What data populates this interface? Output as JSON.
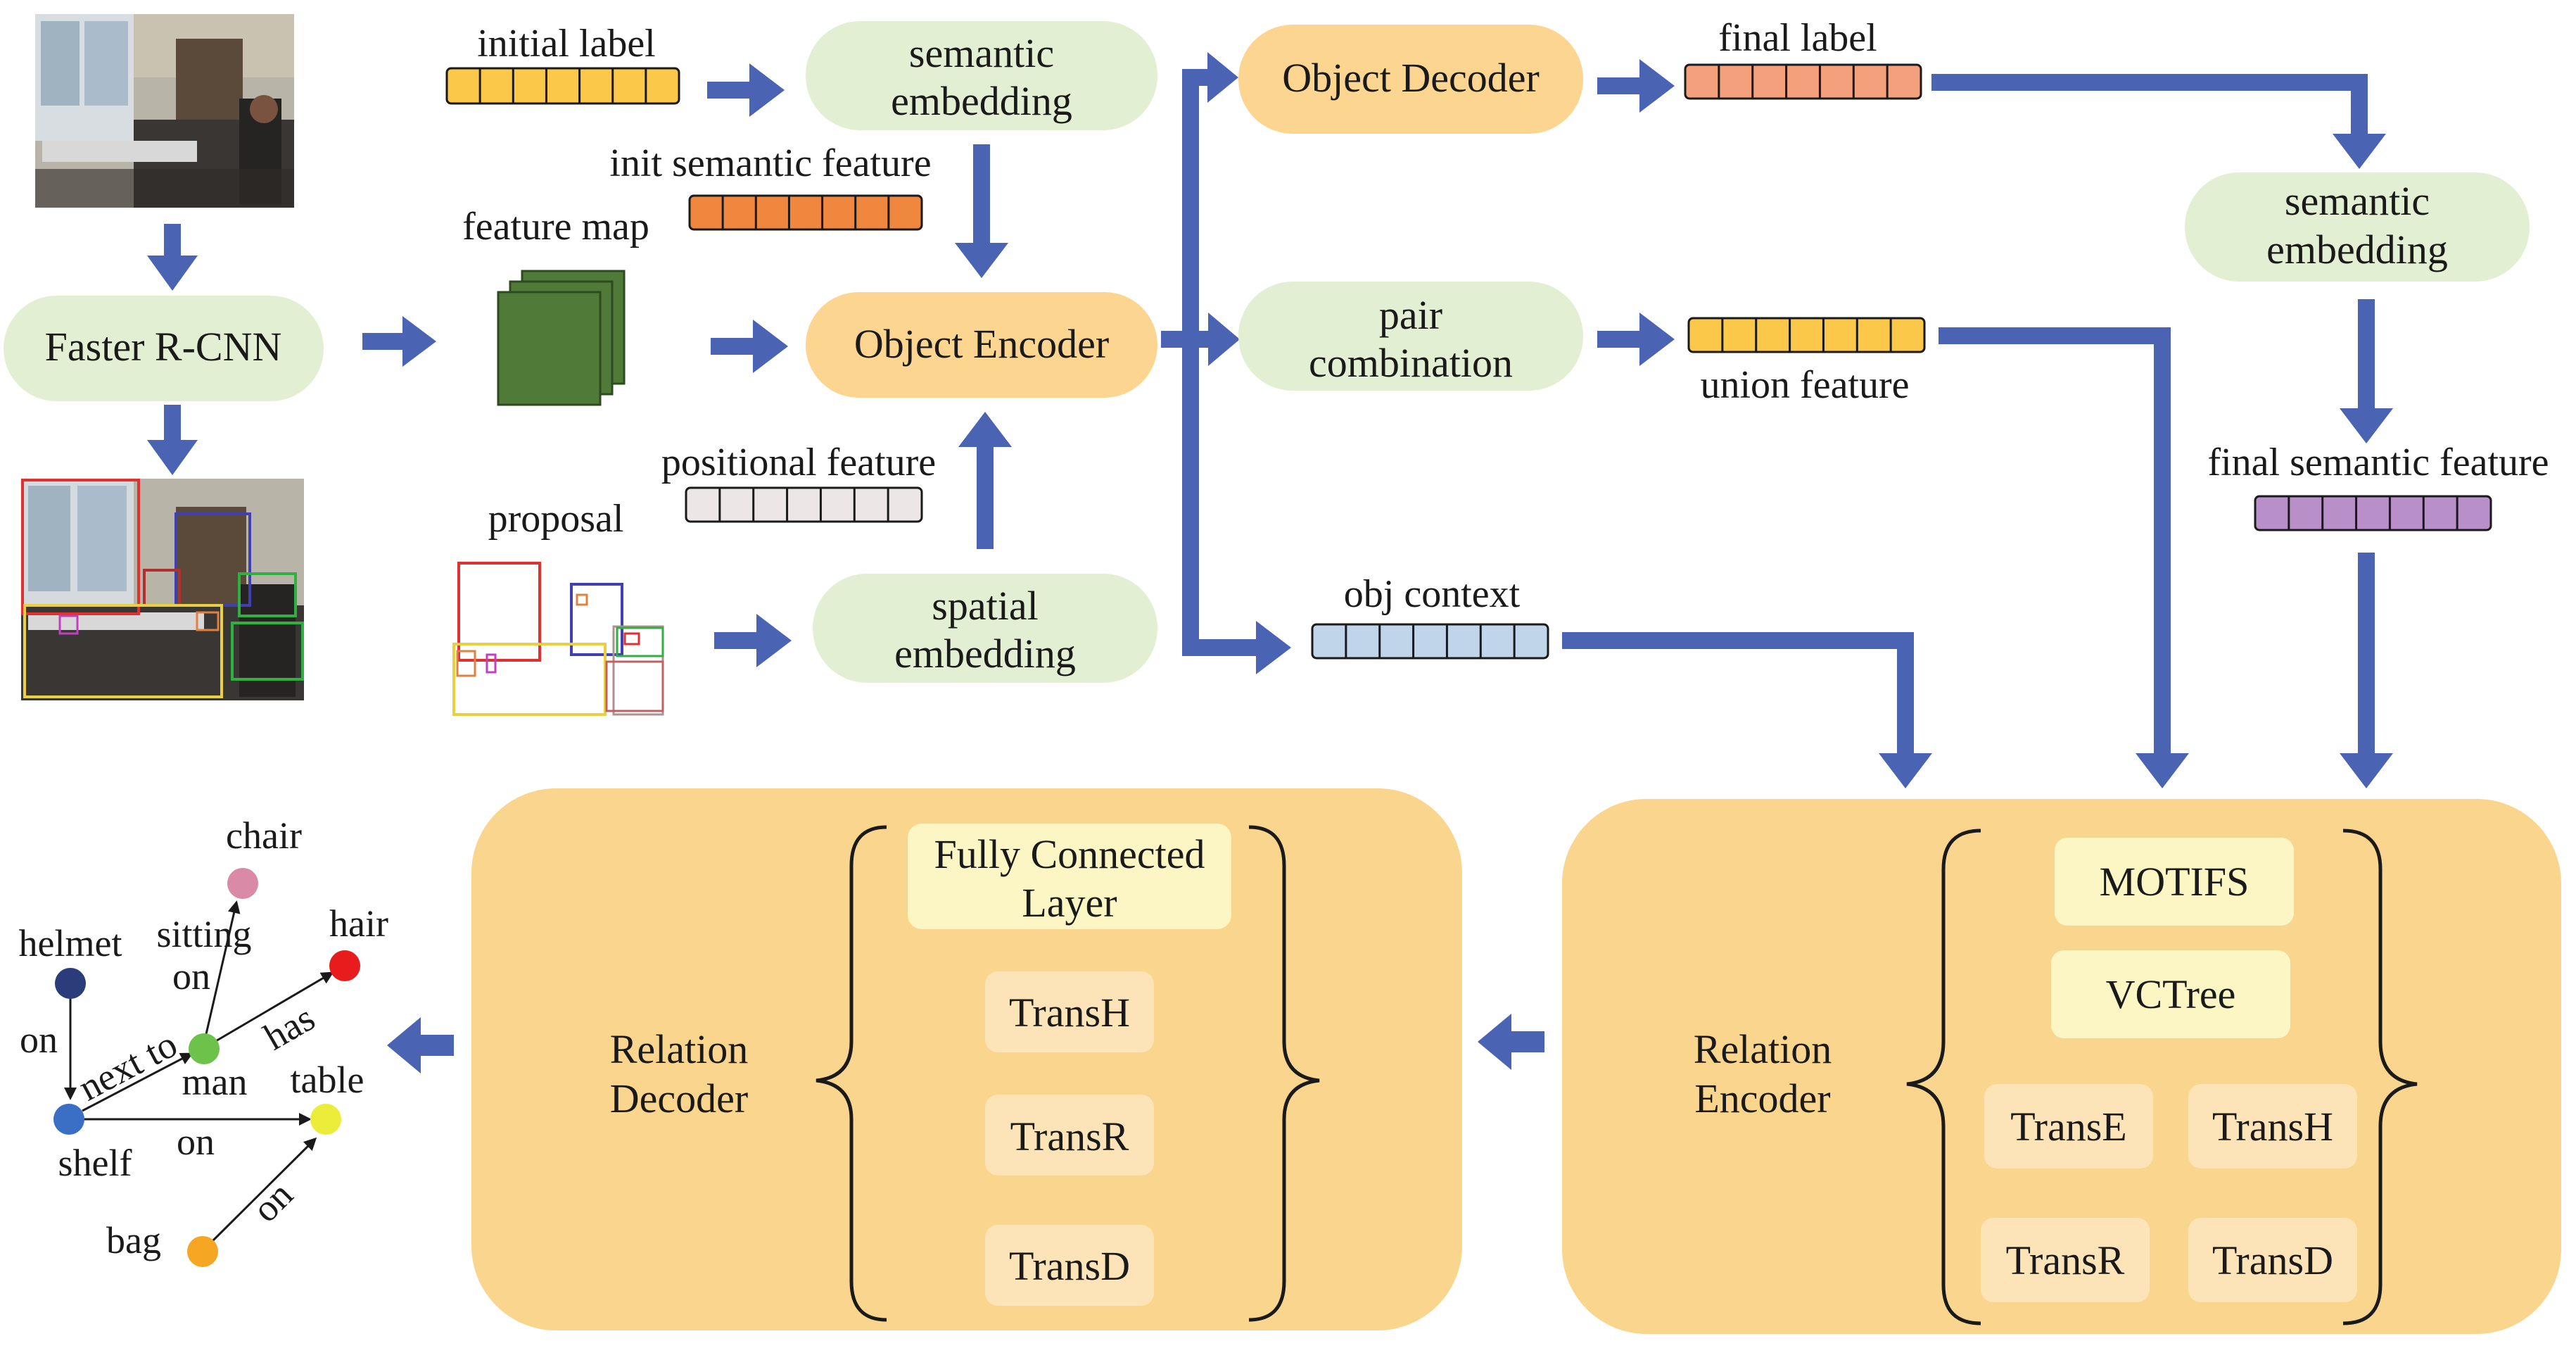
{
  "labels": {
    "initial_label": "initial label",
    "semantic_embedding_top": [
      "semantic",
      "embedding"
    ],
    "init_semantic_feature": "init semantic feature",
    "feature_map": "feature map",
    "faster_rcnn": "Faster R-CNN",
    "object_encoder": "Object Encoder",
    "positional_feature": "positional feature",
    "proposal": "proposal",
    "spatial_embedding": [
      "spatial",
      "embedding"
    ],
    "object_decoder": "Object Decoder",
    "final_label": "final label",
    "pair_combination": [
      "pair",
      "combination"
    ],
    "union_feature": "union feature",
    "obj_context": "obj context",
    "semantic_embedding_right": [
      "semantic",
      "embedding"
    ],
    "final_semantic_feature": "final semantic feature"
  },
  "relation_decoder": {
    "title": [
      "Relation",
      "Decoder"
    ],
    "fc_layer": [
      "Fully Connected",
      "Layer"
    ],
    "items": [
      "TransH",
      "TransR",
      "TransD"
    ]
  },
  "relation_encoder": {
    "title": [
      "Relation",
      "Encoder"
    ],
    "motifs": "MOTIFS",
    "vctree": "VCTree",
    "grid": [
      "TransE",
      "TransH",
      "TransR",
      "TransD"
    ]
  },
  "graph": {
    "nodes": [
      "chair",
      "helmet",
      "hair",
      "man",
      "table",
      "shelf",
      "bag"
    ],
    "edges": [
      "sitting",
      "on",
      "on",
      "has",
      "next to",
      "on",
      "on"
    ]
  },
  "colors": {
    "arrow": "#4a63b3",
    "green_pill": "#e3efd3",
    "orange_pill": "#fcd591",
    "big_panel": "#fad58e",
    "light_box": "#fde4b8",
    "yellow_box": "#fbf6c4",
    "vec_yellow": "#fcc84a",
    "vec_orange": "#f0873f",
    "vec_salmon": "#f4a07c",
    "vec_gray": "#ede6e6",
    "vec_blue": "#c0d4ea",
    "vec_purple": "#b88fc9",
    "feature_map": "#4f7a37"
  }
}
